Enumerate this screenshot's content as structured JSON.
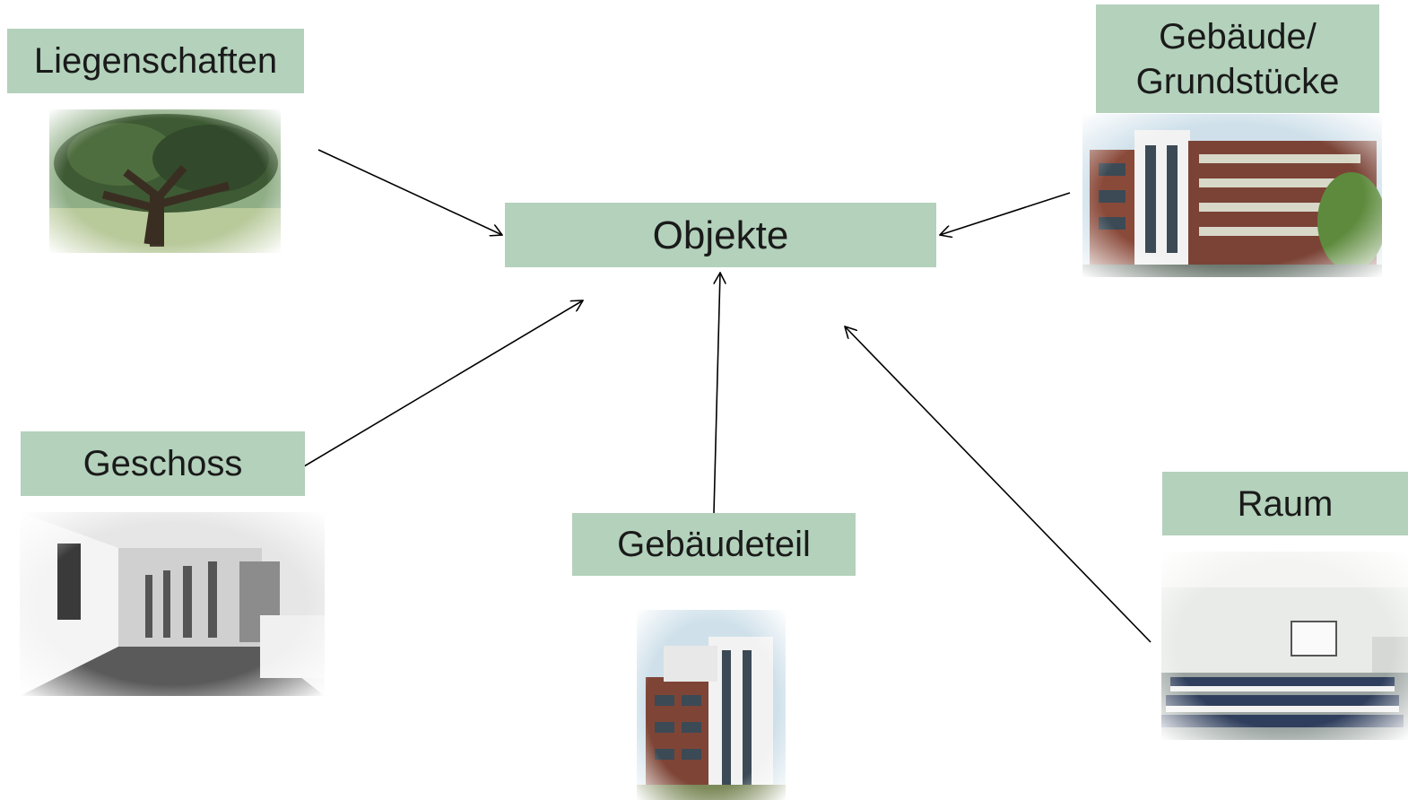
{
  "diagram": {
    "center_label": "Objekte",
    "nodes": [
      {
        "id": "liegenschaften",
        "label": "Liegenschaften",
        "photo": "tree-photo-icon"
      },
      {
        "id": "gebaeude",
        "label": "Gebäude/\nGrundstücke",
        "photo": "office-building-photo-icon"
      },
      {
        "id": "geschoss",
        "label": "Geschoss",
        "photo": "corridor-photo-icon"
      },
      {
        "id": "gebaeudeteil",
        "label": "Gebäudeteil",
        "photo": "building-wing-photo-icon"
      },
      {
        "id": "raum",
        "label": "Raum",
        "photo": "classroom-photo-icon"
      }
    ],
    "edges": [
      {
        "from": "liegenschaften",
        "to": "objekte"
      },
      {
        "from": "gebaeude",
        "to": "objekte"
      },
      {
        "from": "geschoss",
        "to": "objekte"
      },
      {
        "from": "gebaeudeteil",
        "to": "objekte"
      },
      {
        "from": "raum",
        "to": "objekte"
      }
    ],
    "colors": {
      "box_fill": "#b3d1bb",
      "arrow": "#000000",
      "text": "#1a1a1a"
    }
  }
}
